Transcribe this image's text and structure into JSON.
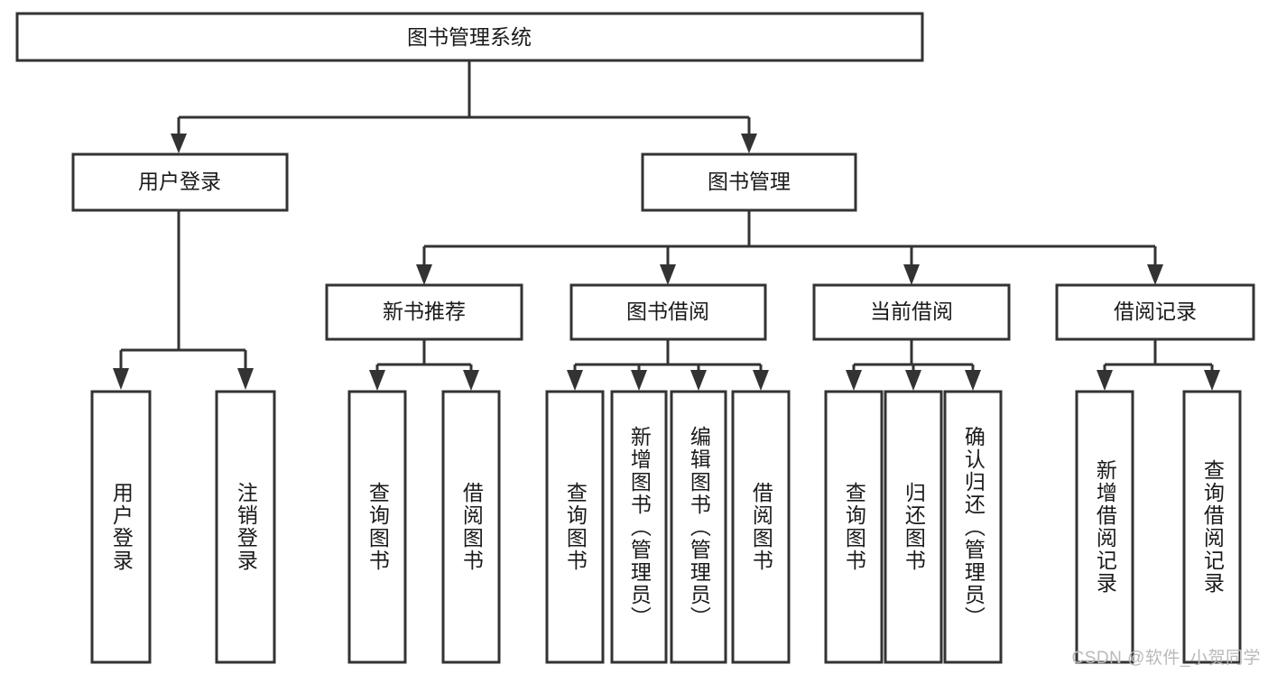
{
  "diagram": {
    "type": "tree-hierarchy",
    "title": "图书管理系统",
    "orientation": "top-down",
    "colors": {
      "box_stroke": "#333333",
      "box_fill": "#ffffff",
      "text": "#1a1a1a",
      "background": "#ffffff",
      "watermark": "#b9b9b9"
    },
    "root": {
      "label": "图书管理系统"
    },
    "level2": [
      {
        "label": "用户登录"
      },
      {
        "label": "图书管理"
      }
    ],
    "level3": [
      {
        "label": "新书推荐"
      },
      {
        "label": "图书借阅"
      },
      {
        "label": "当前借阅"
      },
      {
        "label": "借阅记录"
      }
    ],
    "leaves": {
      "user_login": [
        {
          "label": "用户登录"
        },
        {
          "label": "注销登录"
        }
      ],
      "new_book_recommend": [
        {
          "label": "查询图书"
        },
        {
          "label": "借阅图书"
        }
      ],
      "book_borrow": [
        {
          "label": "查询图书"
        },
        {
          "label": "新增图书（管理员）"
        },
        {
          "label": "编辑图书（管理员）"
        },
        {
          "label": "借阅图书"
        }
      ],
      "current_borrow": [
        {
          "label": "查询图书"
        },
        {
          "label": "归还图书"
        },
        {
          "label": "确认归还（管理员）"
        }
      ],
      "borrow_record": [
        {
          "label": "新增借阅记录"
        },
        {
          "label": "查询借阅记录"
        }
      ]
    },
    "watermark": "CSDN @软件_小贺同学"
  }
}
